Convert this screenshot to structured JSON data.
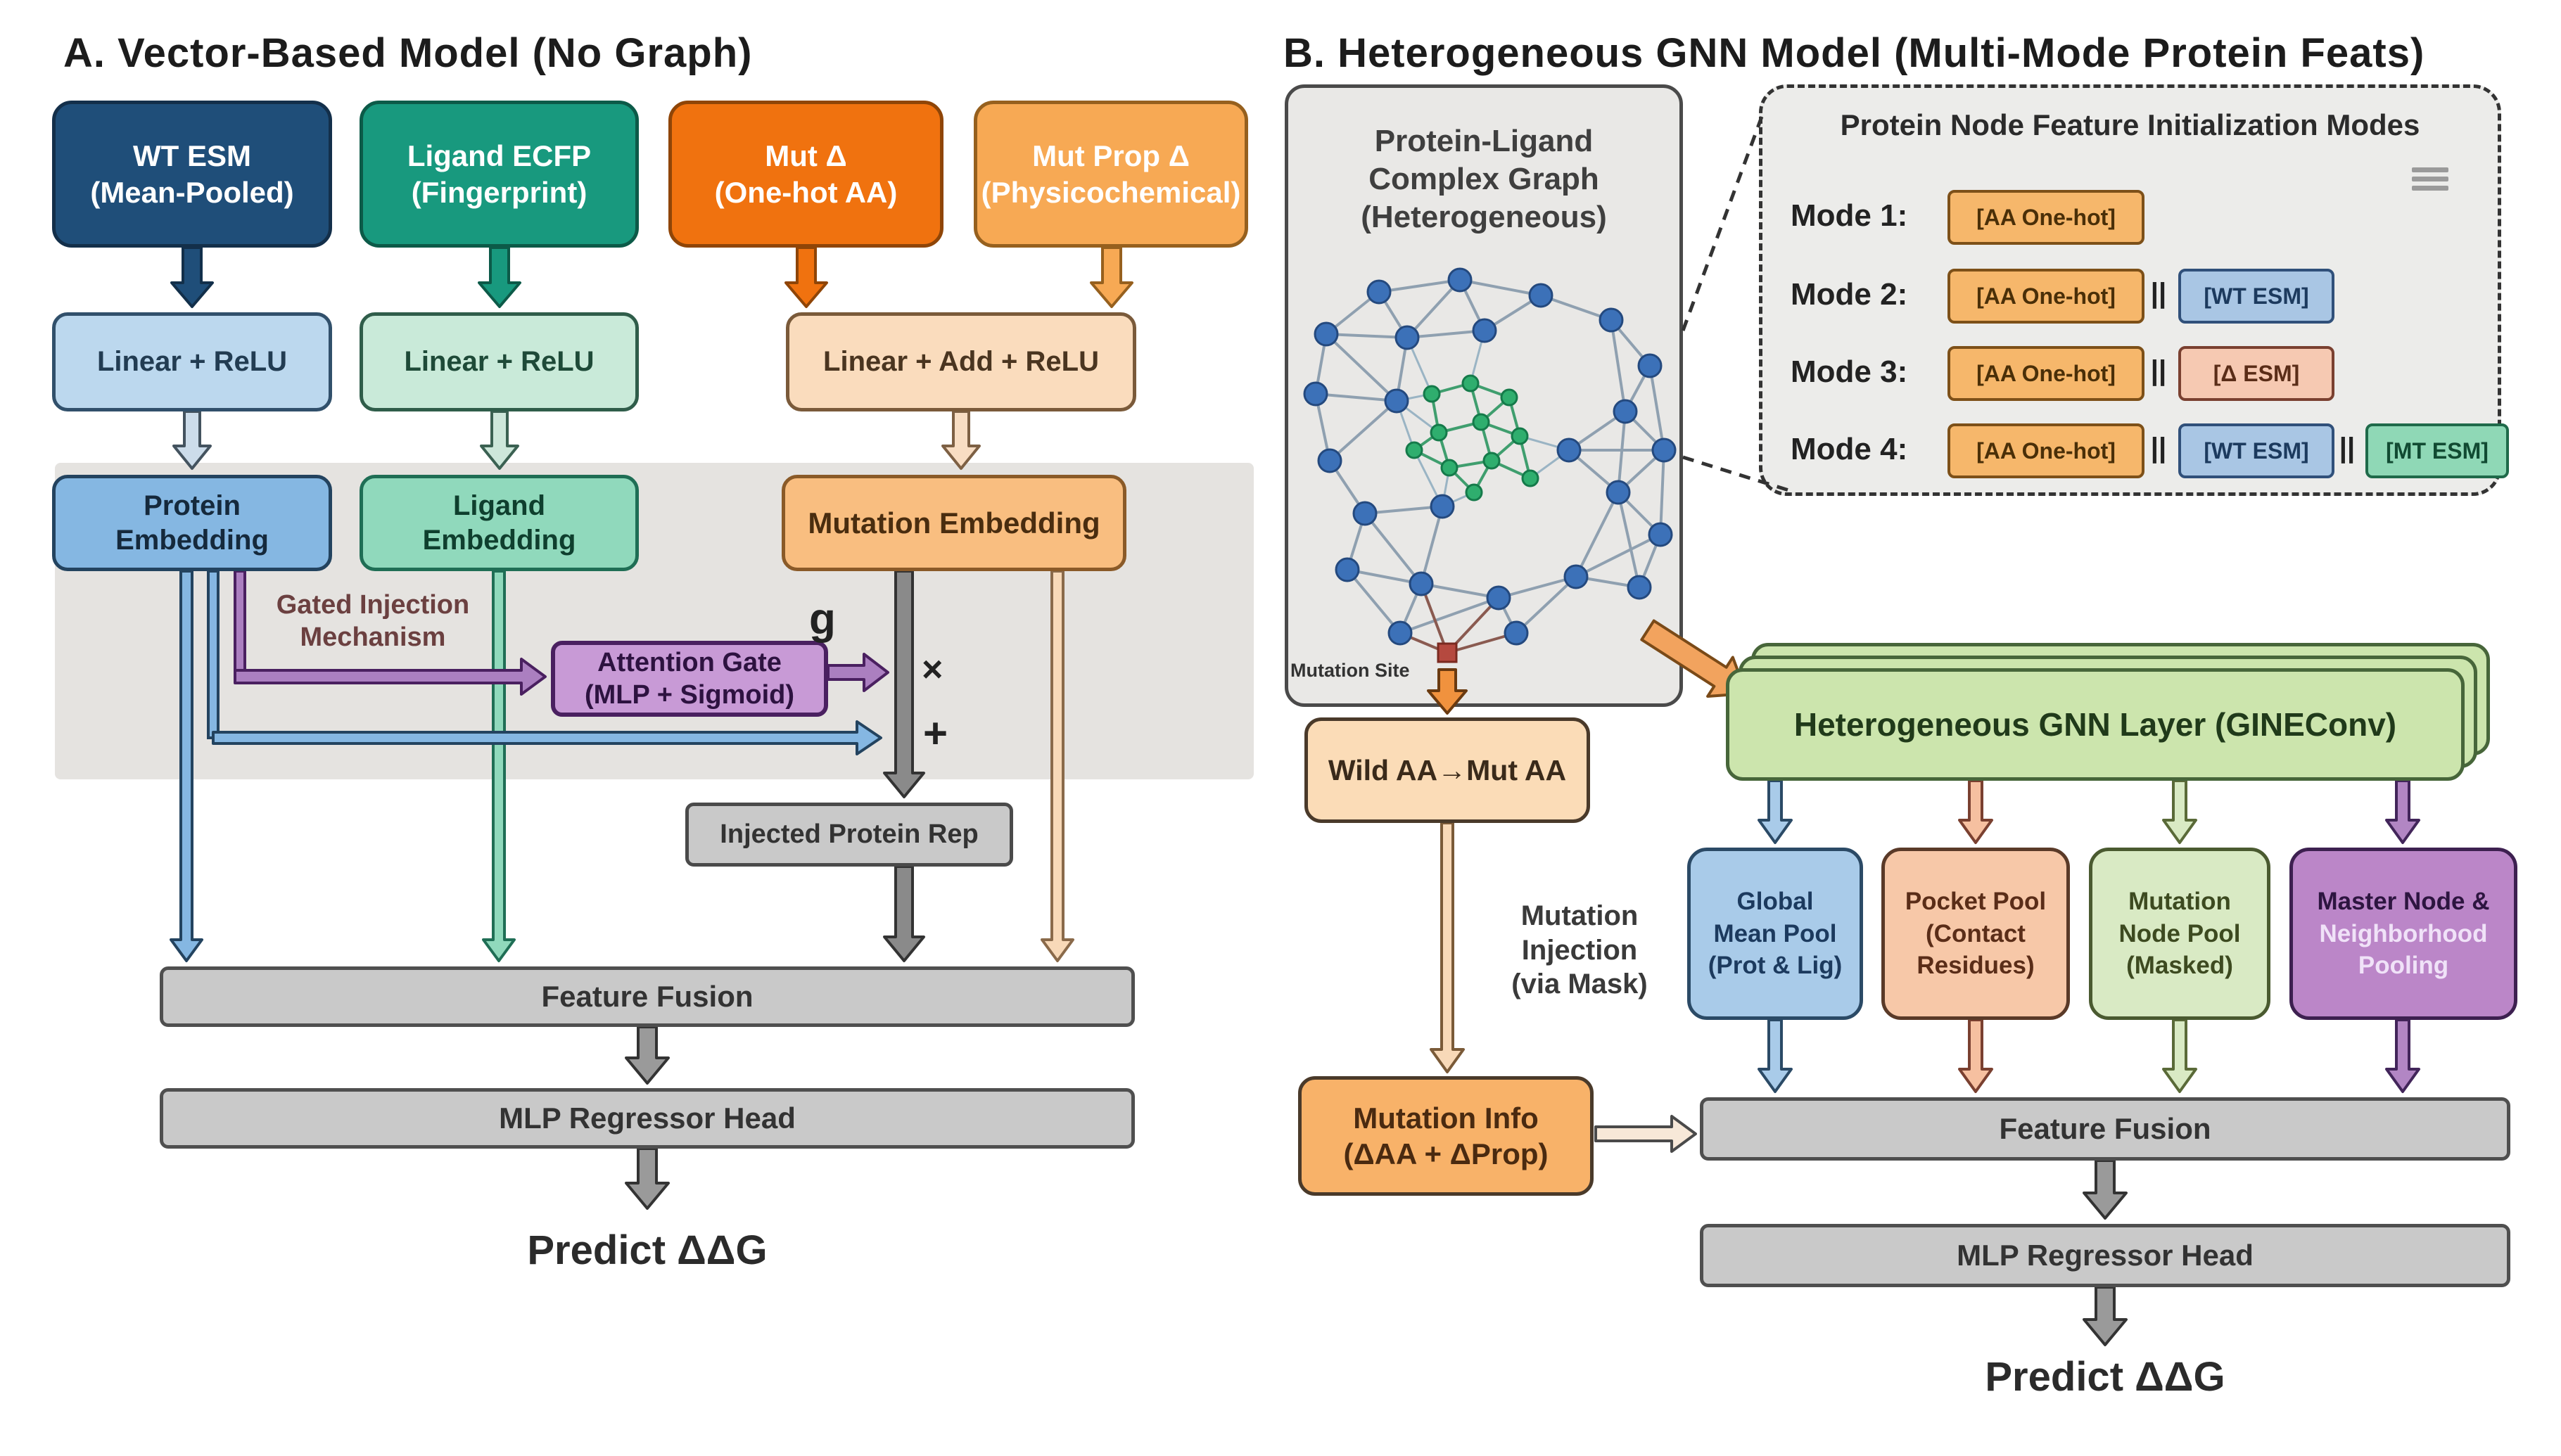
{
  "colors": {
    "navy": "#1f4e79",
    "teal": "#18997e",
    "orange": "#f0720f",
    "light_orange": "#f7a954",
    "panel_gray": "#e5e3e0",
    "bar_gray": "#c9c9c9",
    "gnn_green": "#cce5ad",
    "pool_blue": "#a9cbe9",
    "pool_salmon": "#f7c8a8",
    "pool_green": "#d9eac4",
    "pool_purple": "#bb86c8",
    "attention_purple": "#c89ad6",
    "mutation_orange": "#f8b269"
  },
  "icons": {
    "modes_corner": "list-icon"
  },
  "panel_a": {
    "title": "A. Vector-Based Model (No Graph)",
    "inputs": [
      {
        "line1": "WT ESM",
        "line2": "(Mean-Pooled)"
      },
      {
        "line1": "Ligand ECFP",
        "line2": "(Fingerprint)"
      },
      {
        "line1": "Mut Δ",
        "line2": "(One-hot AA)"
      },
      {
        "line1": "Mut Prop Δ",
        "line2": "(Physicochemical)"
      }
    ],
    "encoders": [
      "Linear + ReLU",
      "Linear + ReLU",
      "Linear + Add + ReLU"
    ],
    "embeddings": {
      "protein": {
        "line1": "Protein",
        "line2": "Embedding"
      },
      "ligand": {
        "line1": "Ligand",
        "line2": "Embedding"
      },
      "mutation": "Mutation Embedding"
    },
    "gated_injection": {
      "line1": "Gated Injection",
      "line2": "Mechanism"
    },
    "attention_gate": {
      "line1": "Attention Gate",
      "line2": "(MLP + Sigmoid)"
    },
    "gate_output_symbol": "g",
    "multiply_symbol": "×",
    "add_symbol": "+",
    "injected_rep": "Injected Protein Rep",
    "feature_fusion": "Feature Fusion",
    "mlp_head": "MLP Regressor Head",
    "output": "Predict ΔΔG"
  },
  "panel_b": {
    "title": "B. Heterogeneous GNN Model (Multi-Mode Protein Feats)",
    "graph_box": {
      "line1": "Protein-Ligand",
      "line2": "Complex Graph",
      "line3": "(Heterogeneous)",
      "mutation_site": "Mutation Site"
    },
    "modes_box": {
      "title": "Protein Node Feature Initialization Modes",
      "separator": "||",
      "modes": [
        {
          "label": "Mode 1:",
          "chips": [
            {
              "text": "[AA One-hot]"
            }
          ]
        },
        {
          "label": "Mode 2:",
          "chips": [
            {
              "text": "[AA One-hot]"
            },
            {
              "text": "[WT ESM]"
            }
          ]
        },
        {
          "label": "Mode 3:",
          "chips": [
            {
              "text": "[AA One-hot]"
            },
            {
              "text": "[Δ ESM]"
            }
          ]
        },
        {
          "label": "Mode 4:",
          "chips": [
            {
              "text": "[AA One-hot]"
            },
            {
              "text": "[WT ESM]"
            },
            {
              "text": "[MT ESM]"
            }
          ]
        }
      ]
    },
    "wild_to_mut": "Wild AA→Mut AA",
    "mutation_injection": {
      "line1": "Mutation",
      "line2": "Injection",
      "line3": "(via Mask)"
    },
    "mutation_info": {
      "line1": "Mutation Info",
      "line2": "(ΔAA + ΔProp)"
    },
    "gnn_layer": "Heterogeneous GNN Layer (GINEConv)",
    "pools": [
      {
        "lines": [
          "Global",
          "Mean Pool",
          "(Prot & Lig)"
        ]
      },
      {
        "lines": [
          "Pocket Pool",
          "(Contact",
          "Residues)"
        ]
      },
      {
        "lines": [
          "Mutation",
          "Node Pool",
          "(Masked)"
        ]
      },
      {
        "lines": [
          "Master Node &",
          "Neighborhood",
          "Pooling"
        ]
      }
    ],
    "feature_fusion": "Feature Fusion",
    "mlp_head": "MLP Regressor Head",
    "output": "Predict ΔΔG"
  }
}
